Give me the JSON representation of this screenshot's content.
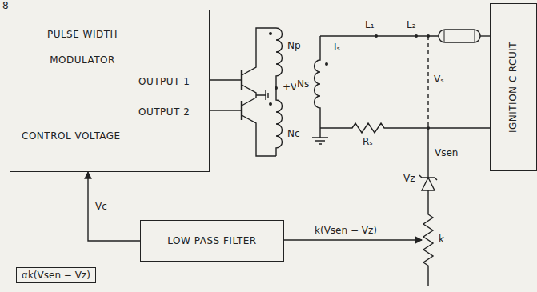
{
  "diagram": {
    "nodes": [
      {
        "text": [
          "PULSE WIDTH MODULATOR",
          "OUTPUT 1",
          "OUTPUT 2",
          "CONTROL VOLTAGE"
        ]
      },
      {
        "text": [
          "IGNITION CIRCUIT"
        ]
      },
      {
        "text": [
          "LOW PASS FILTER"
        ]
      }
    ],
    "edges": [
      {
        "from": 2,
        "to": 0,
        "arrow": "to",
        "label": "Vc"
      }
    ],
    "labels": [
      "8",
      "Np",
      "+Vcc",
      "Nc",
      "Ns",
      "L₁",
      "L₂",
      "Iₛ",
      "Vₛ",
      "Rₛ",
      "Vsen",
      "Vz",
      "k",
      "k(Vsen − Vz)",
      "αk(Vsen − Vz)"
    ]
  }
}
